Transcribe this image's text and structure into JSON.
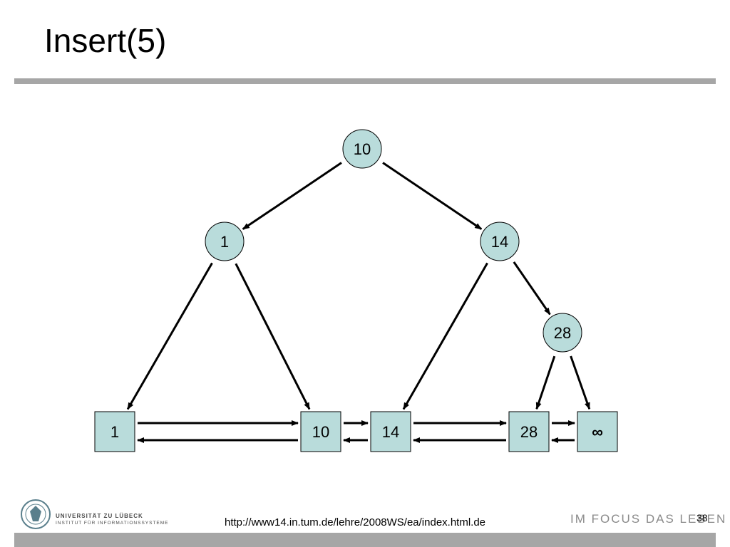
{
  "slide": {
    "title": "Insert(5)",
    "source_url": "http://www14.in.tum.de/lehre/2008WS/ea/index.html.de",
    "page_number": "38",
    "slogan": "IM FOCUS DAS LEBEN",
    "university": "UNIVERSITÄT ZU LÜBECK",
    "institute": "INSTITUT FÜR INFORMATIONSSYSTEME"
  },
  "diagram": {
    "node_color": "#b9dcdb",
    "edge_color": "#000000",
    "tree_nodes": [
      {
        "id": "n10",
        "label": "10"
      },
      {
        "id": "n1",
        "label": "1"
      },
      {
        "id": "n14",
        "label": "14"
      },
      {
        "id": "n28",
        "label": "28"
      }
    ],
    "leaves": [
      {
        "id": "l1",
        "label": "1"
      },
      {
        "id": "l10",
        "label": "10"
      },
      {
        "id": "l14",
        "label": "14"
      },
      {
        "id": "l28",
        "label": "28"
      },
      {
        "id": "linf",
        "label": "∞"
      }
    ],
    "tree_edges": [
      {
        "from": "n10",
        "to": "n1"
      },
      {
        "from": "n10",
        "to": "n14"
      },
      {
        "from": "n1",
        "to": "l1"
      },
      {
        "from": "n1",
        "to": "l10"
      },
      {
        "from": "n14",
        "to": "l14"
      },
      {
        "from": "n14",
        "to": "n28"
      },
      {
        "from": "n28",
        "to": "l28"
      },
      {
        "from": "n28",
        "to": "linf"
      }
    ],
    "list_links": [
      {
        "from": "l1",
        "to": "l10"
      },
      {
        "from": "l10",
        "to": "l14"
      },
      {
        "from": "l14",
        "to": "l28"
      },
      {
        "from": "l28",
        "to": "linf"
      }
    ]
  }
}
